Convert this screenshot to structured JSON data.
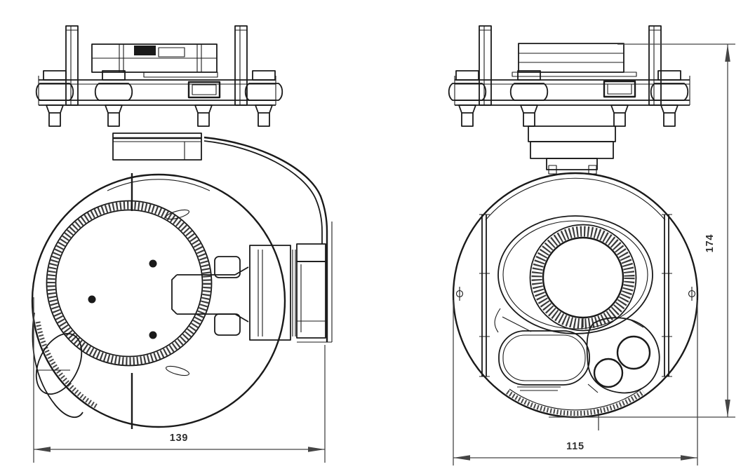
{
  "drawing": {
    "type": "technical-orthographic-drawing",
    "subject": "gimbal-camera-two-views",
    "dimensions": {
      "side_width": "139",
      "front_width": "115",
      "height": "174"
    },
    "colors": {
      "line": "#1a1a1a",
      "dimension_line": "#454545",
      "dimension_text": "#303030",
      "background": "#ffffff"
    }
  }
}
